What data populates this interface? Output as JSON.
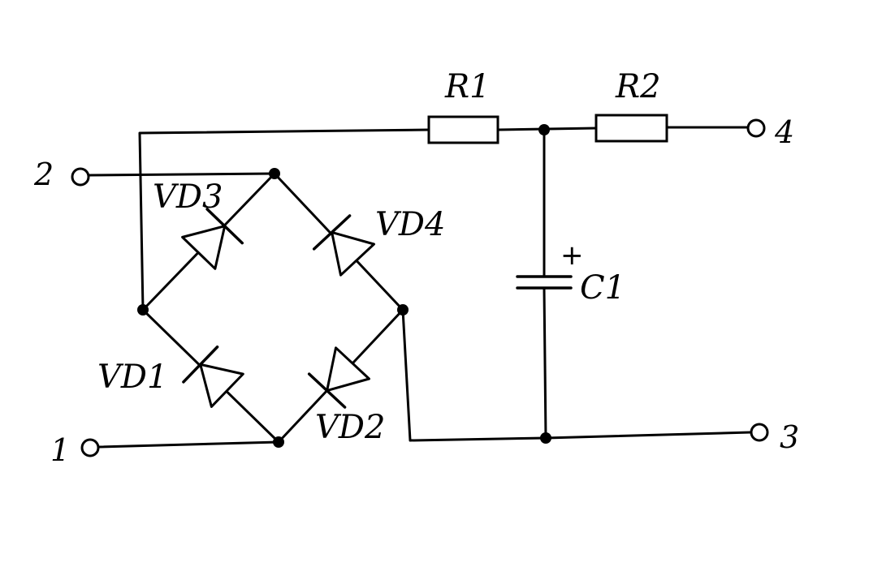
{
  "components": {
    "r1": "R1",
    "r2": "R2",
    "c1": "C1",
    "c1_polarity": "+",
    "vd1": "VD1",
    "vd2": "VD2",
    "vd3": "VD3",
    "vd4": "VD4"
  },
  "terminals": {
    "t1": "1",
    "t2": "2",
    "t3": "3",
    "t4": "4"
  }
}
